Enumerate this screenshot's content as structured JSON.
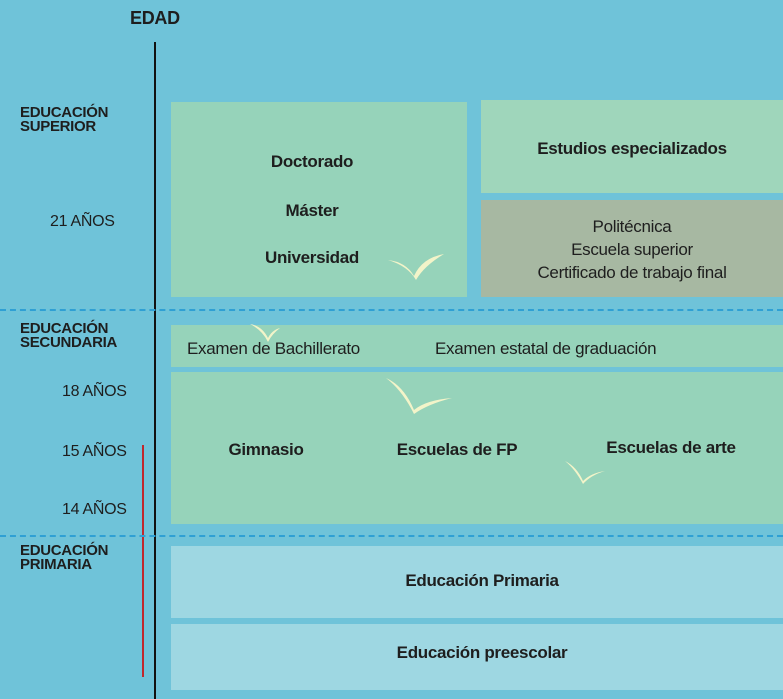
{
  "header": {
    "axis_title": "EDAD"
  },
  "levels": {
    "superior": "EDUCACIÓN\nSUPERIOR",
    "secundaria": "EDUCACIÓN\nSECUNDARIA",
    "primaria": "EDUCACIÓN\nPRIMARIA"
  },
  "ages": {
    "a21": "21 AÑOS",
    "a18": "18 AÑOS",
    "a15": "15 AÑOS",
    "a14": "14 AÑOS"
  },
  "superior": {
    "university_items": [
      "Doctorado",
      "Máster",
      "Universidad"
    ],
    "specialized": "Estudios especializados",
    "other_items": [
      "Politécnica",
      "Escuela superior",
      "Certificado de trabajo final"
    ]
  },
  "secundaria": {
    "exams": [
      "Examen de Bachillerato",
      "Examen estatal de graduación"
    ],
    "schools": [
      "Gimnasio",
      "Escuelas de FP",
      "Escuelas de arte"
    ]
  },
  "primaria": {
    "primary": "Educación Primaria",
    "preschool": "Educación preescolar"
  },
  "colors": {
    "background": "#6fc3d9",
    "green_box": "#96d3ba",
    "grey_box": "#a7b8a2",
    "blue_box": "#9ed7e2",
    "dashed_line": "#2fa0d4",
    "compulsory_line": "#c0282d"
  }
}
